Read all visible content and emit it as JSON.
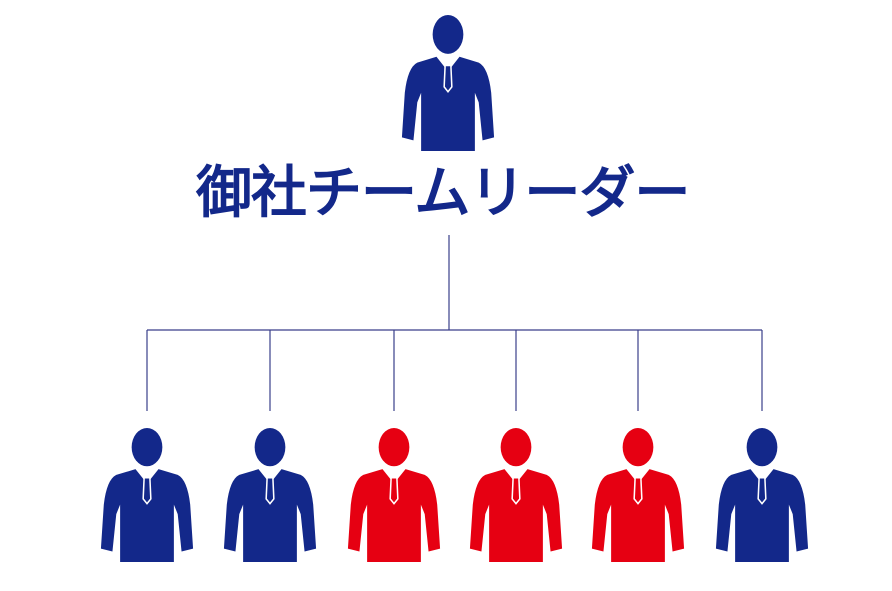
{
  "leader": {
    "title": "御社チームリーダー",
    "color": "#13288a"
  },
  "colors": {
    "navy": "#13288a",
    "red": "#e60012",
    "line": "#3a3f8a"
  },
  "members": [
    {
      "color": "navy"
    },
    {
      "color": "navy"
    },
    {
      "color": "red"
    },
    {
      "color": "red"
    },
    {
      "color": "red"
    },
    {
      "color": "navy"
    }
  ]
}
